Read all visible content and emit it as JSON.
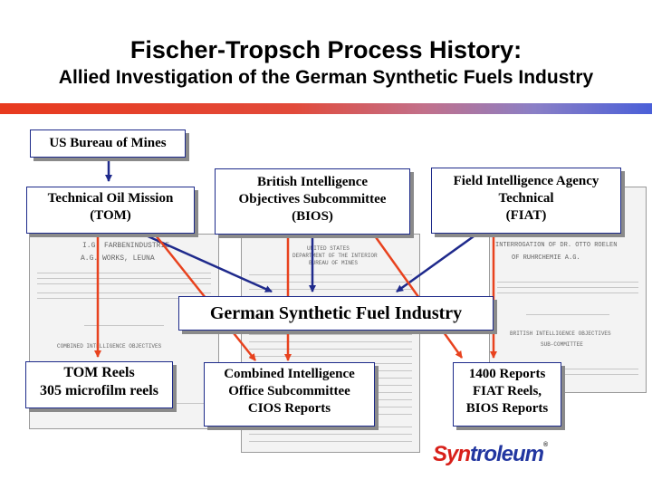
{
  "title": "Fischer-Tropsch Process History:",
  "subtitle": "Allied Investigation of the German Synthetic Fuels Industry",
  "boxes": {
    "usbm": "US Bureau of Mines",
    "tom": [
      "Technical Oil Mission",
      "(TOM)"
    ],
    "bios": [
      "British Intelligence",
      "Objectives Subcommittee",
      "(BIOS)"
    ],
    "fiat": [
      "Field Intelligence Agency",
      "Technical",
      "(FIAT)"
    ],
    "german": "German Synthetic Fuel Industry",
    "tom_reels": [
      "TOM Reels",
      "305 microfilm reels"
    ],
    "cios": [
      "Combined Intelligence",
      "Office Subcommittee",
      "CIOS Reports"
    ],
    "reports": [
      "1400 Reports",
      "FIAT Reels,",
      "BIOS Reports"
    ]
  },
  "documents": {
    "left": {
      "line1": "I.G. FARBENINDUSTRIE",
      "line2": "A.G. WORKS, LEUNA",
      "line3": "COMBINED INTELLIGENCE OBJECTIVES"
    },
    "center": {
      "line1": "UNITED STATES",
      "line2": "DEPARTMENT OF THE INTERIOR",
      "line3": "BUREAU OF MINES"
    },
    "right": {
      "line1": "INTERROGATION OF DR. OTTO ROELEN",
      "line2": "OF RUHRCHEMIE A.G.",
      "line3": "BRITISH INTELLIGENCE OBJECTIVES",
      "line4": "SUB-COMMITTEE"
    }
  },
  "logo": {
    "part1": "Syn",
    "part2": "troleum",
    "mark": "®"
  },
  "colors": {
    "arrow_blue": "#1f2a8c",
    "arrow_red": "#e8421e",
    "box_border": "#1d2a8a"
  }
}
